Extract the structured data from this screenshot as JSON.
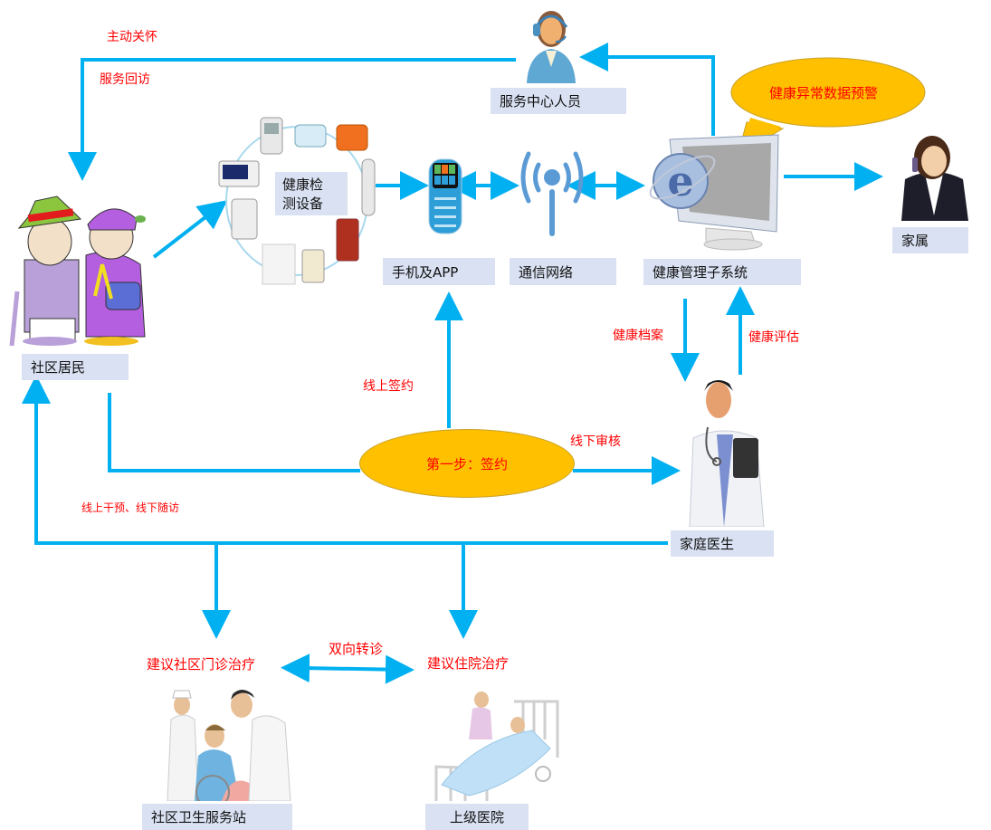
{
  "title": "家庭医生签约健康管理流程",
  "colors": {
    "arrow": "#00b0f0",
    "label_bg": "#d9e1f2",
    "highlight": "#ffc000",
    "annotation": "#ff0000"
  },
  "nodes": {
    "residents": {
      "label": "社区居民",
      "icon": "elderly-couple-icon"
    },
    "devices": {
      "label": "健康检\n测设备",
      "line1": "健康检",
      "line2": "测设备",
      "icon": "health-devices-icon"
    },
    "phone": {
      "label": "手机及APP",
      "icon": "mobile-phone-icon"
    },
    "network": {
      "label": "通信网络",
      "icon": "wireless-signal-icon"
    },
    "system": {
      "label": "健康管理子系统",
      "icon": "computer-monitor-icon"
    },
    "service_center": {
      "label": "服务中心人员",
      "icon": "headset-operator-icon"
    },
    "family": {
      "label": "家属",
      "icon": "woman-phone-icon"
    },
    "doctor": {
      "label": "家庭医生",
      "icon": "doctor-icon"
    },
    "community_station": {
      "label": "社区卫生服务站",
      "icon": "clinic-scene-icon"
    },
    "hospital": {
      "label": "上级医院",
      "icon": "hospital-bed-icon"
    }
  },
  "callouts": {
    "alert": "健康异常数据预警",
    "step1": "第一步：签约"
  },
  "annotations": {
    "active_care": "主动关怀",
    "service_visit": "服务回访",
    "online_sign": "线上签约",
    "offline_review": "线下审核",
    "health_record": "健康档案",
    "health_assess": "健康评估",
    "intervention": "线上干预、线下随访",
    "outpatient": "建议社区门诊治疗",
    "inpatient": "建议住院治疗",
    "referral": "双向转诊"
  }
}
